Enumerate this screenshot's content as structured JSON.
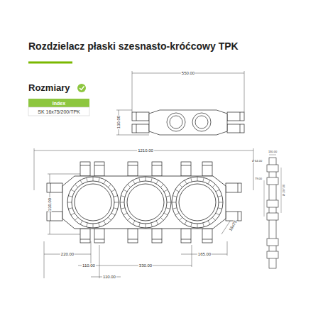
{
  "diagram": {
    "title": "Rozdzielacz płaski szesnasto-króćcowy TPK",
    "labels": [
      "Rozmiary",
      "Index",
      "SK 16x75/200/TPK",
      "550.00",
      "130.00",
      "1210.00",
      "330.00",
      "220.00",
      "110.00",
      "110.00",
      "330.00",
      "165.00",
      "16x75",
      "130.00",
      "Ø 64.00",
      "79.00",
      "Ø 197.00"
    ]
  }
}
